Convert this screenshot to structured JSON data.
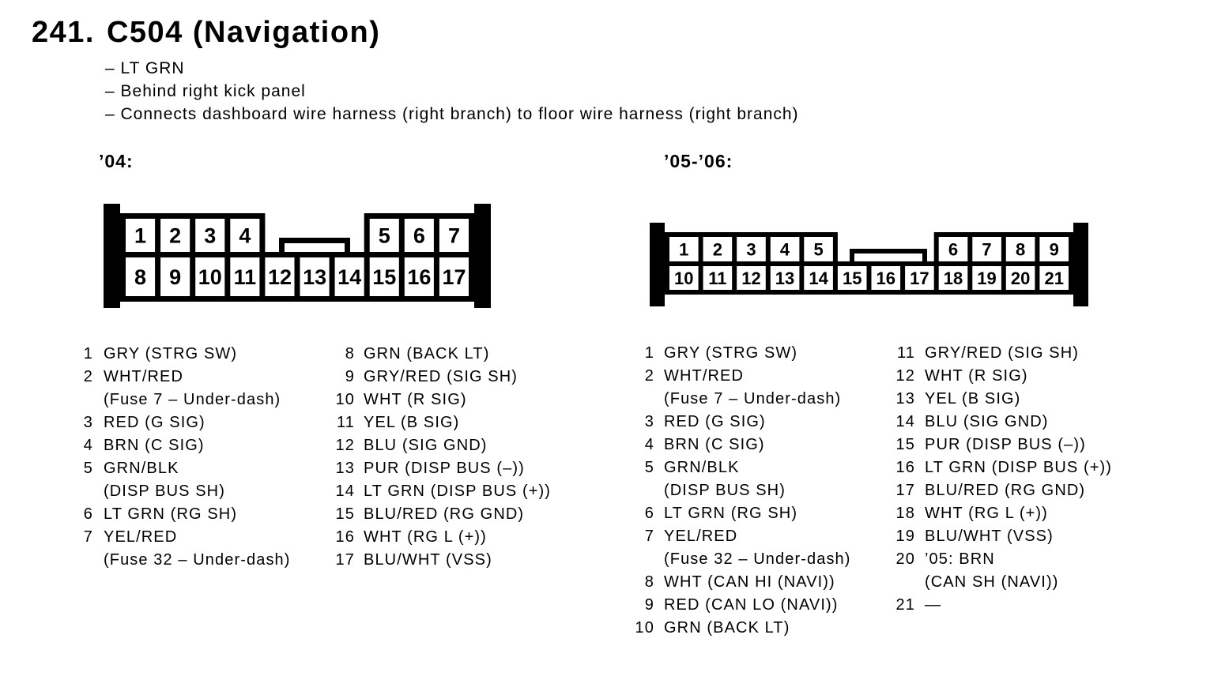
{
  "header": {
    "number": "241.",
    "title": "C504 (Navigation)",
    "notes": [
      "– LT GRN",
      "– Behind right kick panel",
      "– Connects dashboard wire harness (right branch) to floor wire harness (right branch)"
    ]
  },
  "colors": {
    "ink": "#000000",
    "paper": "#ffffff"
  },
  "connectors": [
    {
      "id": "c504-04",
      "section_label": "’04:",
      "top_left_pins": [
        "1",
        "2",
        "3",
        "4"
      ],
      "top_right_pins": [
        "5",
        "6",
        "7"
      ],
      "bottom_pins": [
        "8",
        "9",
        "10",
        "11",
        "12",
        "13",
        "14",
        "15",
        "16",
        "17"
      ],
      "pinout_columns": [
        [
          {
            "num": "1",
            "label": "GRY (STRG SW)"
          },
          {
            "num": "2",
            "label": "WHT/RED\n(Fuse 7 – Under-dash)"
          },
          {
            "num": "3",
            "label": "RED (G SIG)"
          },
          {
            "num": "4",
            "label": "BRN (C SIG)"
          },
          {
            "num": "5",
            "label": "GRN/BLK\n(DISP BUS SH)"
          },
          {
            "num": "6",
            "label": "LT GRN (RG SH)"
          },
          {
            "num": "7",
            "label": "YEL/RED\n(Fuse 32 – Under-dash)"
          }
        ],
        [
          {
            "num": "8",
            "label": "GRN (BACK LT)"
          },
          {
            "num": "9",
            "label": "GRY/RED (SIG SH)"
          },
          {
            "num": "10",
            "label": "WHT (R SIG)"
          },
          {
            "num": "11",
            "label": "YEL (B SIG)"
          },
          {
            "num": "12",
            "label": "BLU (SIG GND)"
          },
          {
            "num": "13",
            "label": "PUR (DISP BUS (–))"
          },
          {
            "num": "14",
            "label": "LT GRN (DISP BUS (+))"
          },
          {
            "num": "15",
            "label": "BLU/RED (RG GND)"
          },
          {
            "num": "16",
            "label": "WHT (RG L (+))"
          },
          {
            "num": "17",
            "label": "BLU/WHT (VSS)"
          }
        ]
      ]
    },
    {
      "id": "c504-05-06",
      "section_label": "’05-’06:",
      "top_left_pins": [
        "1",
        "2",
        "3",
        "4",
        "5"
      ],
      "top_right_pins": [
        "6",
        "7",
        "8",
        "9"
      ],
      "bottom_pins": [
        "10",
        "11",
        "12",
        "13",
        "14",
        "15",
        "16",
        "17",
        "18",
        "19",
        "20",
        "21"
      ],
      "pinout_columns": [
        [
          {
            "num": "1",
            "label": "GRY (STRG SW)"
          },
          {
            "num": "2",
            "label": "WHT/RED\n(Fuse 7 – Under-dash)"
          },
          {
            "num": "3",
            "label": "RED (G SIG)"
          },
          {
            "num": "4",
            "label": "BRN (C SIG)"
          },
          {
            "num": "5",
            "label": "GRN/BLK\n(DISP BUS SH)"
          },
          {
            "num": "6",
            "label": "LT GRN (RG SH)"
          },
          {
            "num": "7",
            "label": "YEL/RED\n(Fuse 32 – Under-dash)"
          },
          {
            "num": "8",
            "label": "WHT (CAN HI (NAVI))"
          },
          {
            "num": "9",
            "label": "RED (CAN LO (NAVI))"
          },
          {
            "num": "10",
            "label": "GRN (BACK LT)"
          }
        ],
        [
          {
            "num": "11",
            "label": "GRY/RED (SIG SH)"
          },
          {
            "num": "12",
            "label": "WHT (R SIG)"
          },
          {
            "num": "13",
            "label": "YEL (B SIG)"
          },
          {
            "num": "14",
            "label": "BLU (SIG GND)"
          },
          {
            "num": "15",
            "label": "PUR (DISP BUS (–))"
          },
          {
            "num": "16",
            "label": "LT GRN (DISP BUS (+))"
          },
          {
            "num": "17",
            "label": "BLU/RED (RG GND)"
          },
          {
            "num": "18",
            "label": "WHT (RG L (+))"
          },
          {
            "num": "19",
            "label": "BLU/WHT (VSS)"
          },
          {
            "num": "20",
            "label": "’05: BRN\n(CAN SH (NAVI))"
          },
          {
            "num": "21",
            "label": "—"
          }
        ]
      ]
    }
  ]
}
